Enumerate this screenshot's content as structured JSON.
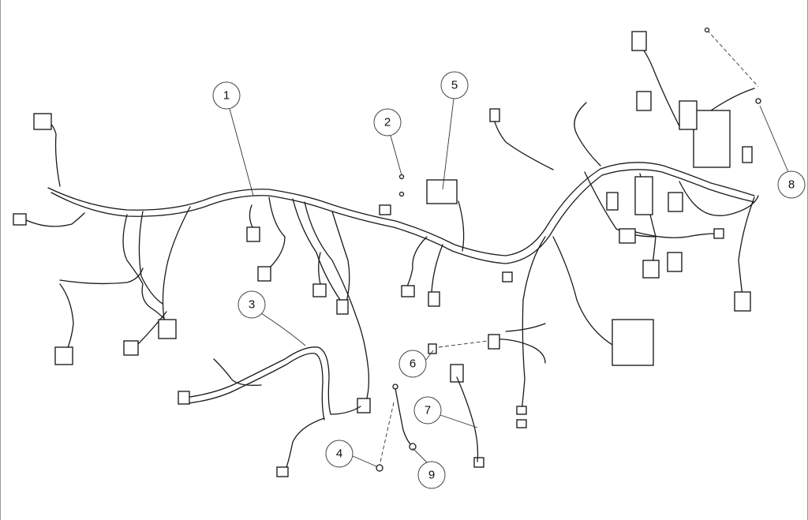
{
  "diagram": {
    "type": "exploded parts drawing - wiring harness",
    "callouts": [
      {
        "label": "1"
      },
      {
        "label": "2"
      },
      {
        "label": "3"
      },
      {
        "label": "4"
      },
      {
        "label": "5"
      },
      {
        "label": "6"
      },
      {
        "label": "7"
      },
      {
        "label": "8"
      },
      {
        "label": "9"
      }
    ]
  }
}
